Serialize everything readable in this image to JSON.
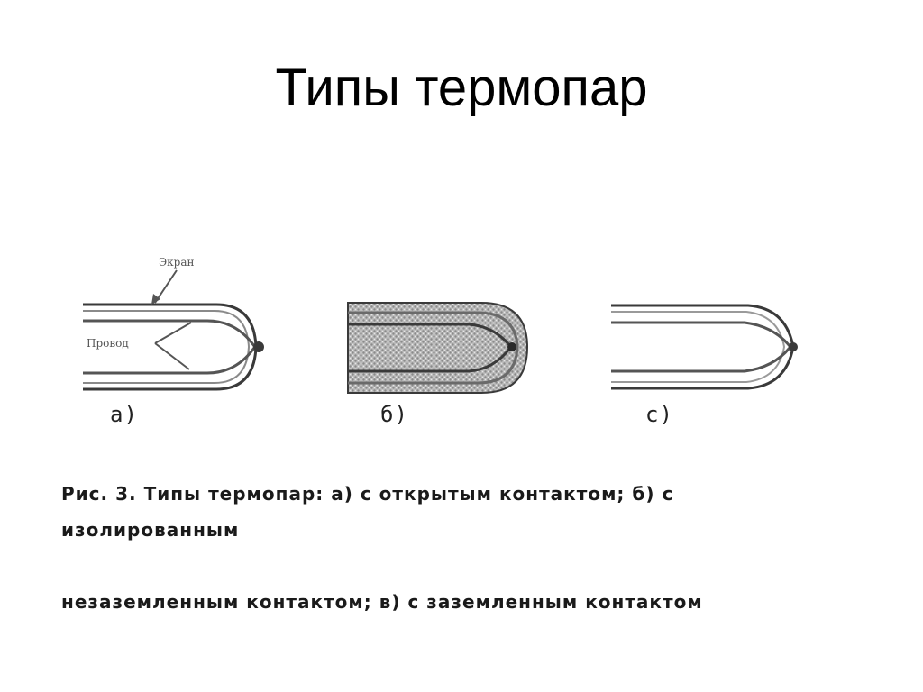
{
  "title": "Типы термопар",
  "figure": {
    "callouts": {
      "screen": "Экран",
      "wires": "Провод"
    },
    "panels": [
      {
        "label": "а)",
        "type": "open-contact"
      },
      {
        "label": "б)",
        "type": "insulated-ungrounded"
      },
      {
        "label": "с)",
        "type": "grounded"
      }
    ],
    "caption_line1": "Рис. 3. Типы термопар: а) с открытым контактом; б) с изолированным",
    "caption_line2": "незаземленным контактом; в) с заземленным контактом"
  },
  "colors": {
    "line": "#3a3a3a",
    "fill_pattern": "#b0b0b0",
    "wire": "#555555"
  }
}
